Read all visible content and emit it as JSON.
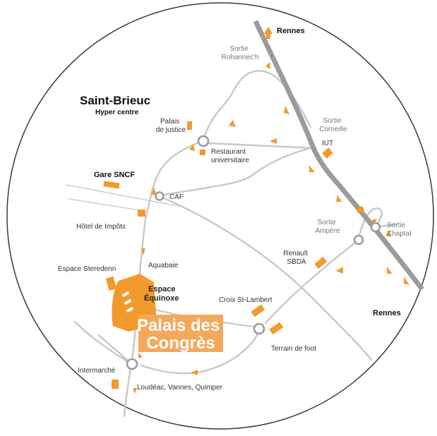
{
  "colors": {
    "accent": "#f29a2e",
    "road": "#c8c8c8",
    "highway": "#9b9b9b",
    "text": "#333333",
    "palais_label_bg": "#f5a85a"
  },
  "map": {
    "city": "Saint-Brieuc",
    "city_sub": "Hyper centre",
    "highway_destinations": {
      "north": "Rennes",
      "southeast": "Rennes"
    },
    "exits": {
      "rohannech": [
        "Sortie",
        "Rohannec'h"
      ],
      "corneille": [
        "Sortie",
        "Corneille"
      ],
      "ampere": [
        "Sortie",
        "Ampère"
      ],
      "chaptal": [
        "Sortie",
        "Chaptal"
      ]
    },
    "places": {
      "palais_justice": [
        "Palais",
        "de justice"
      ],
      "restaurant": [
        "Restaurant",
        "universitaire"
      ],
      "iut": "IUT",
      "gare": "Gare SNCF",
      "caf": "CAF",
      "hotel_impots": "Hôtel de Impôts",
      "renault": [
        "Renault",
        "SBDA"
      ],
      "aquabaie": "Aquabaie",
      "steredenn": "Espace Steredenn",
      "equinoxe": [
        "Espace",
        "Équinoxe"
      ],
      "croix": "Croix St-Lambert",
      "terrain": "Terrain de foot",
      "intermarche": "Intermarché",
      "loudeac": "Loudéac, Vannes, Quimper"
    },
    "venue": [
      "Palais des",
      "Congrès"
    ]
  }
}
